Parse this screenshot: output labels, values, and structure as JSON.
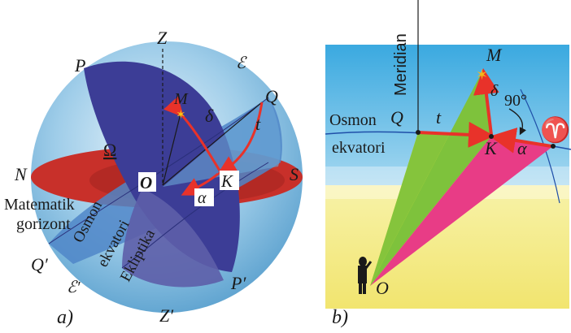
{
  "panel_a": {
    "caption": "a)",
    "labels": {
      "Z": "Z",
      "Z_prime": "Z′",
      "P": "P",
      "P_prime": "P′",
      "Q": "Q",
      "Q_prime": "Q′",
      "N": "N",
      "S": "S",
      "O": "O",
      "M": "M",
      "K": "K",
      "E": "ℰ",
      "E_prime": "ℰ′",
      "delta": "δ",
      "t": "t",
      "alpha": "α",
      "omega": "Ω"
    },
    "matematik": "Matematik",
    "gorizont": "gorizont",
    "osmon": "Osmon",
    "ekvatori": "ekvatori",
    "ekliptika": "Ekliptika"
  },
  "panel_b": {
    "caption": "b)",
    "meridian": "Meridian",
    "osmon": "Osmon",
    "ekvatori": "ekvatori",
    "labels": {
      "M": "M",
      "Q": "Q",
      "t": "t",
      "delta": "δ",
      "deg90": "90°",
      "K": "K",
      "alpha": "α",
      "aries": "♈",
      "O": "O"
    }
  },
  "colors": {
    "sphere_blue": "#8ec5e6",
    "purple": "#3c3d96",
    "red_horizon": "#c8302a",
    "red_vector": "#e8322a",
    "sky": "#5ab7e5",
    "sand": "#f2e87a",
    "yellow": "#f4ea3c",
    "green": "#7ec23c",
    "magenta": "#e83c86"
  }
}
